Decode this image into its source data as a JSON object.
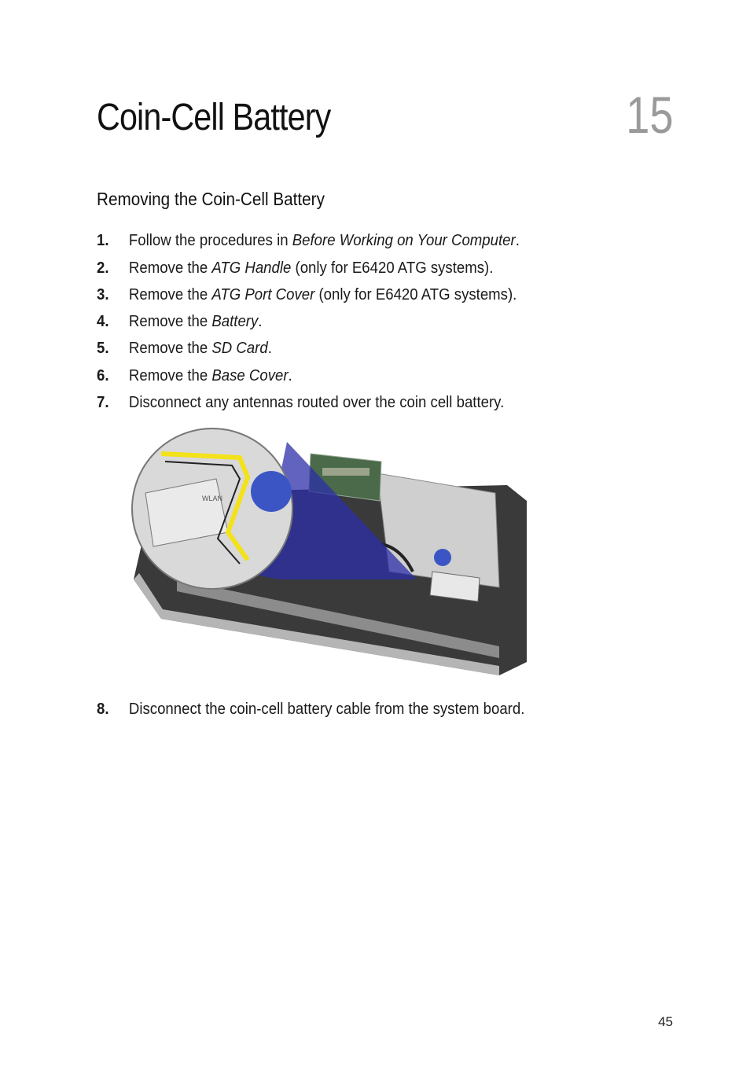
{
  "chapter": {
    "title": "Coin-Cell Battery",
    "number": "15"
  },
  "section": {
    "heading": "Removing the Coin-Cell Battery"
  },
  "steps": [
    {
      "num": "1.",
      "pre": "Follow the procedures in ",
      "link": "Before Working on Your Computer",
      "post": "."
    },
    {
      "num": "2.",
      "pre": "Remove the ",
      "link": "ATG Handle",
      "post": " (only for E6420 ATG systems)."
    },
    {
      "num": "3.",
      "pre": "Remove the ",
      "link": "ATG Port Cover",
      "post": " (only for E6420 ATG systems)."
    },
    {
      "num": "4.",
      "pre": "Remove the ",
      "link": "Battery",
      "post": "."
    },
    {
      "num": "5.",
      "pre": "Remove the ",
      "link": "SD Card",
      "post": "."
    },
    {
      "num": "6.",
      "pre": "Remove the ",
      "link": "Base Cover",
      "post": "."
    },
    {
      "num": "7.",
      "pre": "Disconnect any antennas routed over the coin cell battery.",
      "link": "",
      "post": ""
    },
    {
      "num": "8.",
      "pre": "Disconnect the coin-cell battery cable from the system board.",
      "link": "",
      "post": ""
    }
  ],
  "figure": {
    "card_label": "WLAN"
  },
  "footer": {
    "page_number": "45"
  }
}
